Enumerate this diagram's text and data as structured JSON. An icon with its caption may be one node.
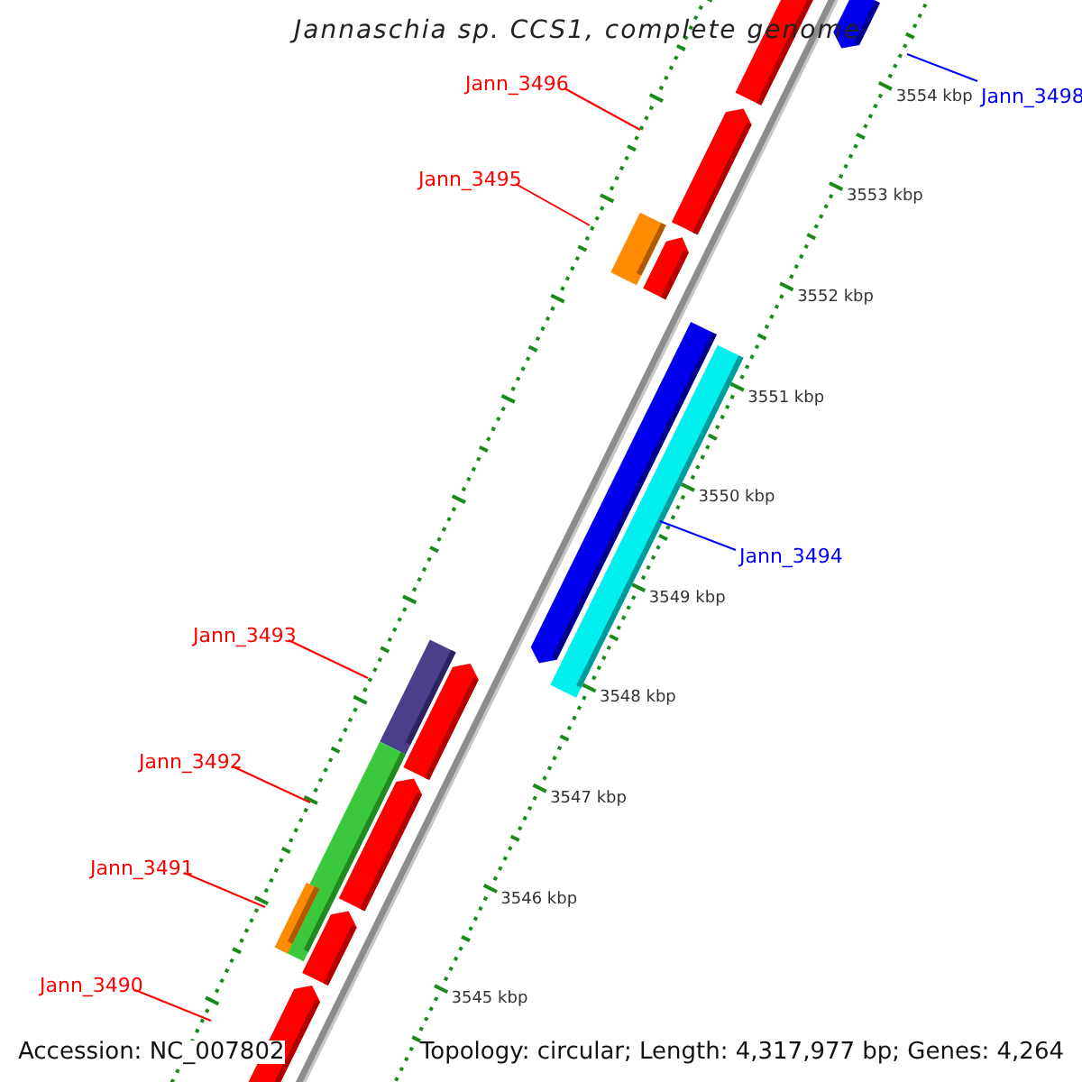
{
  "diagram": {
    "title": "Jannaschia sp. CCS1, complete genome",
    "nodes": [
      {
        "text": [
          "Jann_3498"
        ]
      },
      {
        "text": [
          "Jann_3496"
        ]
      },
      {
        "text": [
          "Jann_3495"
        ]
      },
      {
        "text": [
          "Jann_3494"
        ]
      },
      {
        "text": [
          "Jann_3493"
        ]
      },
      {
        "text": [
          "Jann_3492"
        ]
      },
      {
        "text": [
          "Jann_3491"
        ]
      },
      {
        "text": [
          "Jann_3490"
        ]
      }
    ],
    "edges": [
      {
        "from": 0,
        "to": null,
        "arrow": "none",
        "color": "#0000ff"
      },
      {
        "from": 1,
        "to": null,
        "arrow": "none"
      },
      {
        "from": 2,
        "to": null,
        "arrow": "none"
      },
      {
        "from": 3,
        "to": null,
        "arrow": "none",
        "color": "#0000ff"
      },
      {
        "from": 4,
        "to": null,
        "arrow": "none"
      },
      {
        "from": 5,
        "to": null,
        "arrow": "none"
      },
      {
        "from": 6,
        "to": null,
        "arrow": "none"
      },
      {
        "from": 7,
        "to": null,
        "arrow": "none"
      }
    ],
    "labels": [
      "3554 kbp",
      "3553 kbp",
      "3552 kbp",
      "3551 kbp",
      "3550 kbp",
      "3549 kbp",
      "3548 kbp",
      "3547 kbp",
      "3546 kbp",
      "3545 kbp",
      "Accession: NC_007802",
      "Topology: circular; Length: 4,317,977 bp; Genes: 4,264"
    ]
  }
}
